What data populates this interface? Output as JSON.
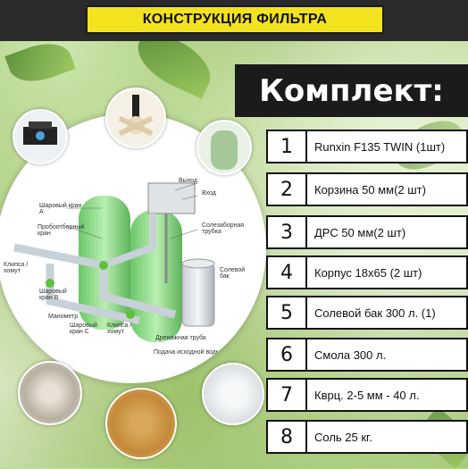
{
  "header": {
    "title": "КОНСТРУКЦИЯ ФИЛЬТРА"
  },
  "kit": {
    "heading": "Комплект:",
    "items": [
      {
        "num": "1",
        "label": "Runxin F135 TWIN (1шт)"
      },
      {
        "num": "2",
        "label": "Корзина 50 мм(2 шт)"
      },
      {
        "num": "3",
        "label": "ДРС  50 мм(2 шт)"
      },
      {
        "num": "4",
        "label": "Корпус 18х65 (2 шт)"
      },
      {
        "num": "5",
        "label": "Солевой бак 300 л. (1)"
      },
      {
        "num": "6",
        "label": "Смола 300 л."
      },
      {
        "num": "7",
        "label": "Кврц. 2-5 мм - 40 л."
      },
      {
        "num": "8",
        "label": "Соль 25 кг."
      }
    ]
  },
  "diagram": {
    "labels": {
      "out": "Выход",
      "in": "Вход",
      "ball_a": "Шаровый кран А",
      "sample": "Пробоотборный кран",
      "salt_tube": "Солезаборная трубка",
      "clip_left": "Клипса /хомут",
      "salt_tank": "Солевой бак",
      "ball_b": "Шаровый кран В",
      "manometer": "Манометр",
      "ball_c": "Шаровый кран С",
      "clip_right": "Клипса /хомут",
      "drain": "Дренажная труба",
      "feed": "Подача исходной воды"
    }
  },
  "colors": {
    "title_bg": "#f3e21f",
    "dark": "#1b1b1b",
    "tank_green": "#8fd98a"
  }
}
